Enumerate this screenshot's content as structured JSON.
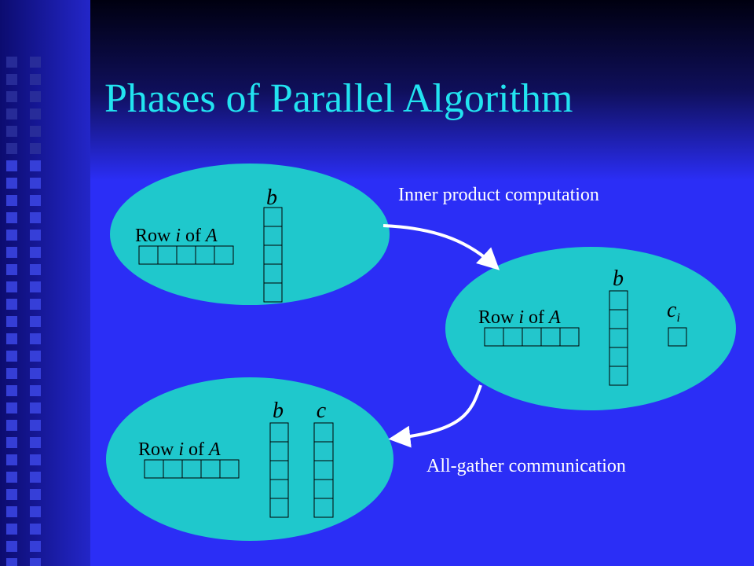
{
  "slide": {
    "title": "Phases of Parallel Algorithm",
    "colors": {
      "background": "#2b2ef6",
      "title": "#22e3f0",
      "ellipse": "#1fc8cc",
      "cell": "#23c6cc",
      "text": "#000000",
      "caption": "#ffffff"
    }
  },
  "diagram": {
    "phase1": {
      "vector_label": "b",
      "row_label_prefix": "Row ",
      "row_label_index": "i",
      "row_label_mid": " of ",
      "row_label_matrix": "A"
    },
    "phase2": {
      "vector_label": "b",
      "result_label": "c",
      "result_subscript": "i",
      "row_label_prefix": "Row ",
      "row_label_index": "i",
      "row_label_mid": " of ",
      "row_label_matrix": "A"
    },
    "phase3": {
      "vector_label_b": "b",
      "vector_label_c": "c",
      "row_label_prefix": "Row ",
      "row_label_index": "i",
      "row_label_mid": " of ",
      "row_label_matrix": "A"
    },
    "arrows": {
      "inner_product_label": "Inner product computation",
      "all_gather_label": "All-gather communication"
    }
  }
}
